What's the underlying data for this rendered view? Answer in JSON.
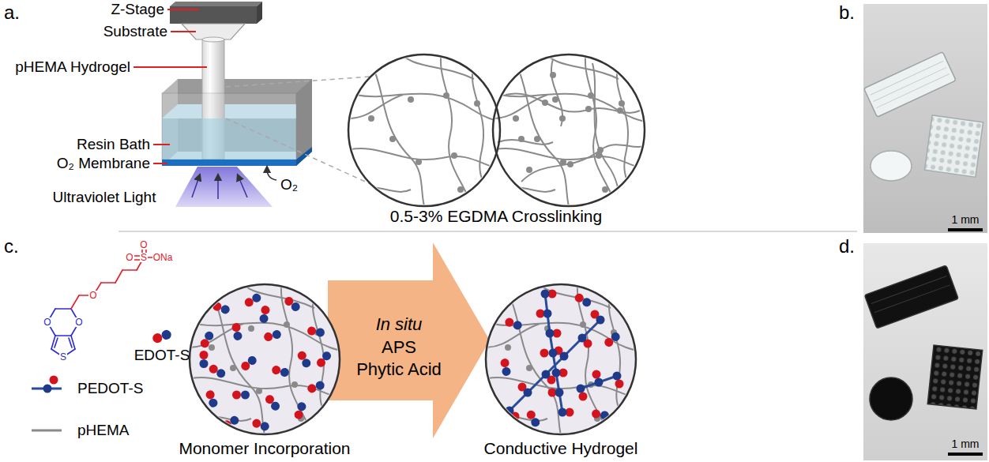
{
  "diagram": {
    "nodes": [
      {
        "text": [
          "In situ",
          "APS",
          "Phytic Acid"
        ]
      }
    ],
    "labels": [
      "a.",
      "Z-Stage",
      "Substrate",
      "pHEMA Hydrogel",
      "Resin Bath",
      "O₂ Membrane",
      "O₂",
      "Ultraviolet Light",
      "0.5-3% EGDMA Crosslinking",
      "b.",
      "1 mm",
      "c.",
      "O",
      "O",
      "S",
      "ONa",
      "O",
      "O",
      "O",
      "S",
      "Monomer Incorporation",
      "Conductive Hydrogel",
      "d.",
      "1 mm"
    ],
    "legend": [
      {
        "text": "EDOT-S"
      },
      {
        "text": "PEDOT-S"
      },
      {
        "text": "pHEMA"
      }
    ]
  }
}
